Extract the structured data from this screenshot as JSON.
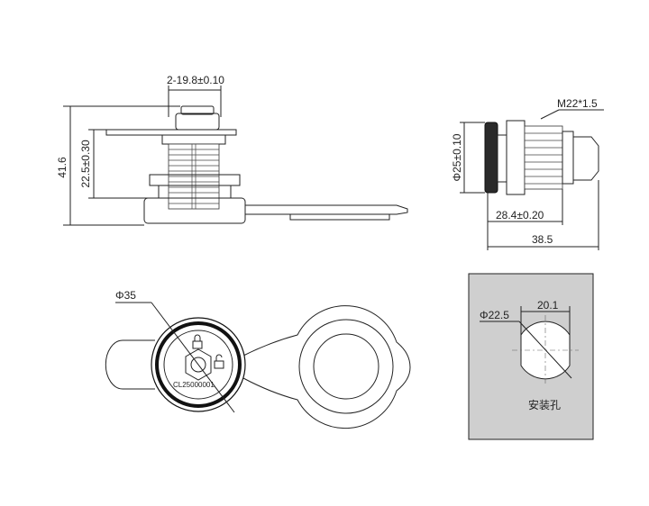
{
  "side_view": {
    "dim_width": "2-19.8±0.10",
    "dim_total": "41.6",
    "dim_thread": "22.5±0.30"
  },
  "end_view": {
    "dim_thread_spec": "M22*1.5",
    "dim_diameter": "Φ25±0.10",
    "dim_body": "28.4±0.20",
    "dim_total": "38.5"
  },
  "front_view": {
    "dim_diameter": "Φ35",
    "serial": "CL25000001"
  },
  "cutout_view": {
    "dim_diameter": "Φ22.5",
    "dim_flat": "20.1",
    "label": "安装孔"
  }
}
